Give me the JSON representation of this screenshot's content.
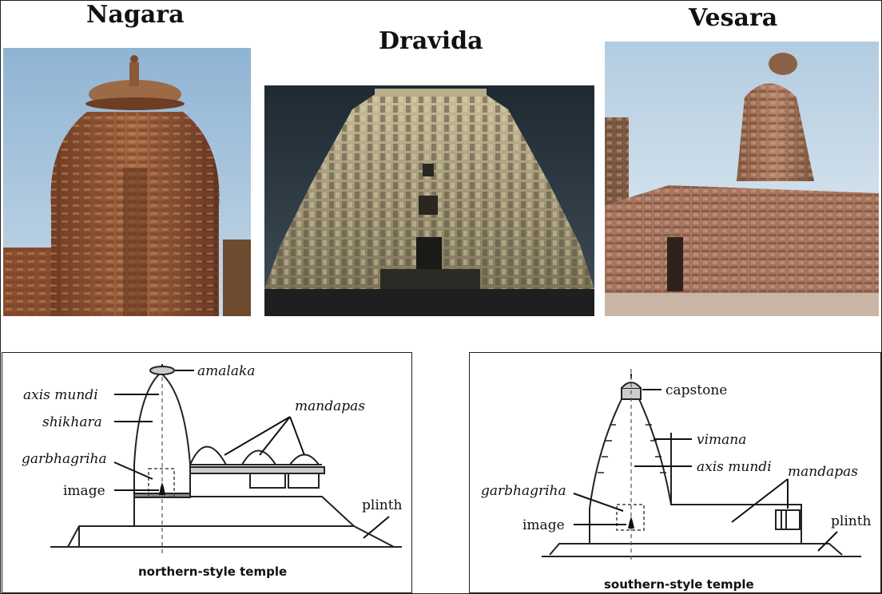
{
  "styles": [
    {
      "name": "Nagara"
    },
    {
      "name": "Dravida"
    },
    {
      "name": "Vesara"
    }
  ],
  "northern_diagram": {
    "labels": {
      "amalaka": "amalaka",
      "axis_mundi": "axis mundi",
      "shikhara": "shikhara",
      "mandapas": "mandapas",
      "garbhagriha": "garbhagriha",
      "image": "image",
      "plinth": "plinth"
    },
    "caption": "northern-style temple"
  },
  "southern_diagram": {
    "labels": {
      "capstone": "capstone",
      "vimana": "vimana",
      "axis_mundi": "axis mundi",
      "mandapas": "mandapas",
      "garbhagriha": "garbhagriha",
      "image": "image",
      "plinth": "plinth"
    },
    "caption": "southern-style temple"
  }
}
